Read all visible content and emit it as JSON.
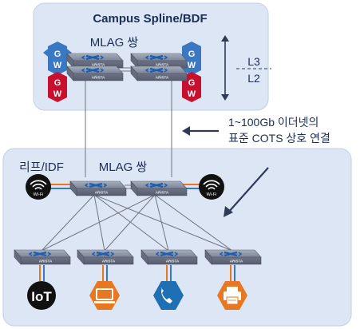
{
  "spine": {
    "title": "Campus Spline/BDF",
    "pair_label": "MLAG 쌍",
    "gw_label": [
      "G",
      "W"
    ],
    "l3": "L3",
    "l2": "L2"
  },
  "leaf": {
    "title": "리프/IDF",
    "pair_label": "MLAG 쌍",
    "wifi_label": "Wi-Fi"
  },
  "switch_brand": "ARISTA",
  "callout": {
    "line1": "1~100Gb 이더넷의",
    "line2": "표준 COTS 상호 연결"
  },
  "endpoints": [
    {
      "icon": "iot-icon",
      "label": "IoT",
      "color": "#111111"
    },
    {
      "icon": "monitor-icon",
      "label": "",
      "color": "#e87722"
    },
    {
      "icon": "phone-icon",
      "label": "",
      "color": "#1f6fb5"
    },
    {
      "icon": "printer-icon",
      "label": "",
      "color": "#e87722"
    }
  ],
  "colors": {
    "panel": "#dde6f4",
    "panel_border": "#c3cfe3",
    "gw_blue": "#3a78c3",
    "gw_red": "#c8102e",
    "link": "#6e7580",
    "switch": "#8d94a5",
    "arrow": "#2d3b57"
  }
}
